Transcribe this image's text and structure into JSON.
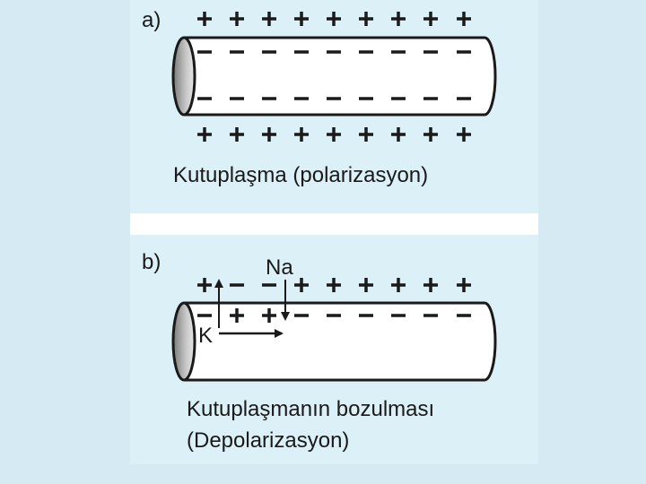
{
  "panel_a": {
    "label": "a)",
    "caption": "Kutuplaşma (polarizasyon)",
    "outer_top": [
      "+",
      "+",
      "+",
      "+",
      "+",
      "+",
      "+",
      "+",
      "+"
    ],
    "inner_top": [
      "−",
      "−",
      "−",
      "−",
      "−",
      "−",
      "−",
      "−",
      "−"
    ],
    "inner_bottom": [
      "−",
      "−",
      "−",
      "−",
      "−",
      "−",
      "−",
      "−",
      "−"
    ],
    "outer_bottom": [
      "+",
      "+",
      "+",
      "+",
      "+",
      "+",
      "+",
      "+",
      "+"
    ]
  },
  "panel_b": {
    "label": "b)",
    "ion_na": "Na",
    "ion_k": "K",
    "outer_top": [
      "+",
      "−",
      "−",
      "+",
      "+",
      "+",
      "+",
      "+",
      "+"
    ],
    "inner_top": [
      "−",
      "+",
      "+",
      "−",
      "−",
      "−",
      "−",
      "−",
      "−"
    ],
    "caption_line1": "Kutuplaşmanın bozulması",
    "caption_line2": "(Depolarizasyon)"
  },
  "colors": {
    "panel": "#dcf0f8",
    "page": "#d5eaf3",
    "ink": "#1a1a1a"
  }
}
